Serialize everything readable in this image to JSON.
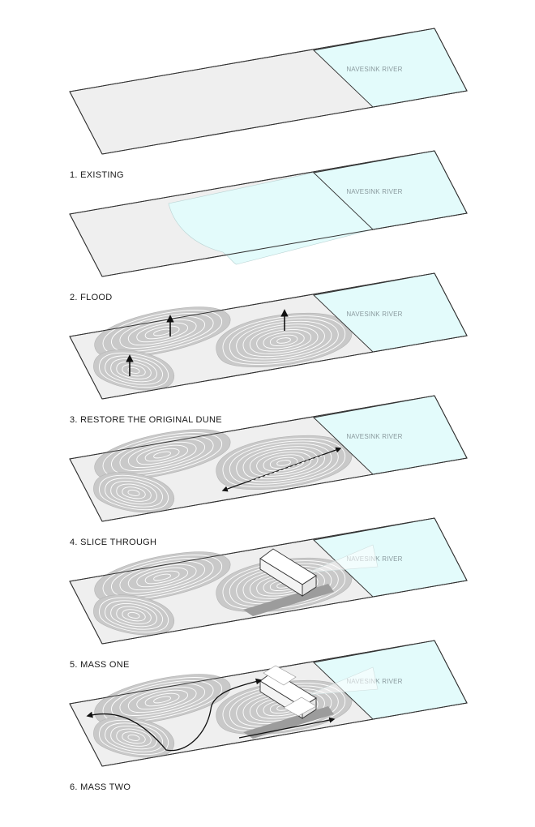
{
  "river_label": "NAVESINK RIVER",
  "colors": {
    "land": "#efefef",
    "water": "#e3fbfb",
    "dune_fill": "#c9c9c9",
    "contour": "#ffffff",
    "outline": "#333333",
    "arrow": "#111111"
  },
  "steps": [
    {
      "caption": "1. EXISTING",
      "features": [
        "site",
        "river"
      ]
    },
    {
      "caption": "2. FLOOD",
      "features": [
        "site",
        "river",
        "flood"
      ]
    },
    {
      "caption": "3. RESTORE THE ORIGINAL DUNE",
      "features": [
        "site",
        "river",
        "dunes",
        "raise-arrows"
      ]
    },
    {
      "caption": "4. SLICE THROUGH",
      "features": [
        "site",
        "river",
        "dunes",
        "slice-arrow"
      ]
    },
    {
      "caption": "5. MASS ONE",
      "features": [
        "site",
        "river",
        "dunes",
        "slice",
        "mass-one",
        "view-cone"
      ]
    },
    {
      "caption": "6. MASS TWO",
      "features": [
        "site",
        "river",
        "dunes",
        "slice",
        "mass-one",
        "mass-two",
        "view-cone",
        "circulation-arrows"
      ]
    }
  ]
}
